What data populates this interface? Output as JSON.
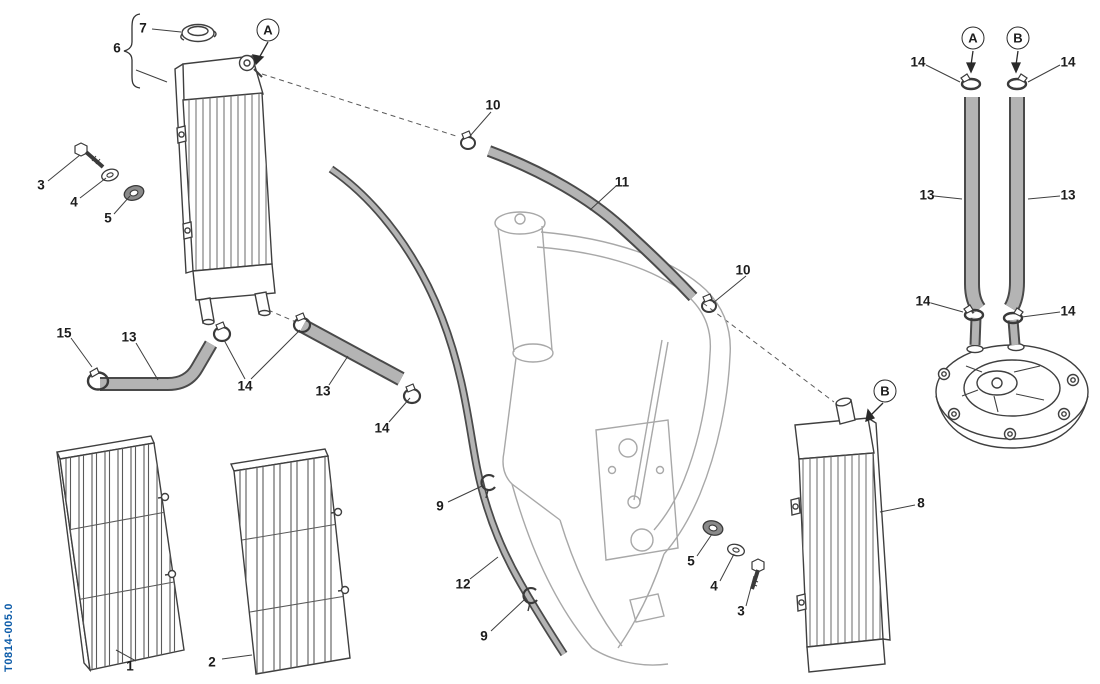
{
  "drawing": {
    "code": "T0814-005.0",
    "accent_blue": "#0a5aa8",
    "line_color": "#3f3f3f",
    "hose_color": "#b4b4b4",
    "background": "#ffffff"
  },
  "ref_letters": {
    "a": "A",
    "b": "B"
  },
  "part_labels": {
    "p1": "1",
    "p2": "2",
    "p3": "3",
    "p4": "4",
    "p5": "5",
    "p6": "6",
    "p7": "7",
    "p8": "8",
    "p9": "9",
    "p10": "10",
    "p11": "11",
    "p12": "12",
    "p13": "13",
    "p14": "14",
    "p15": "15"
  }
}
